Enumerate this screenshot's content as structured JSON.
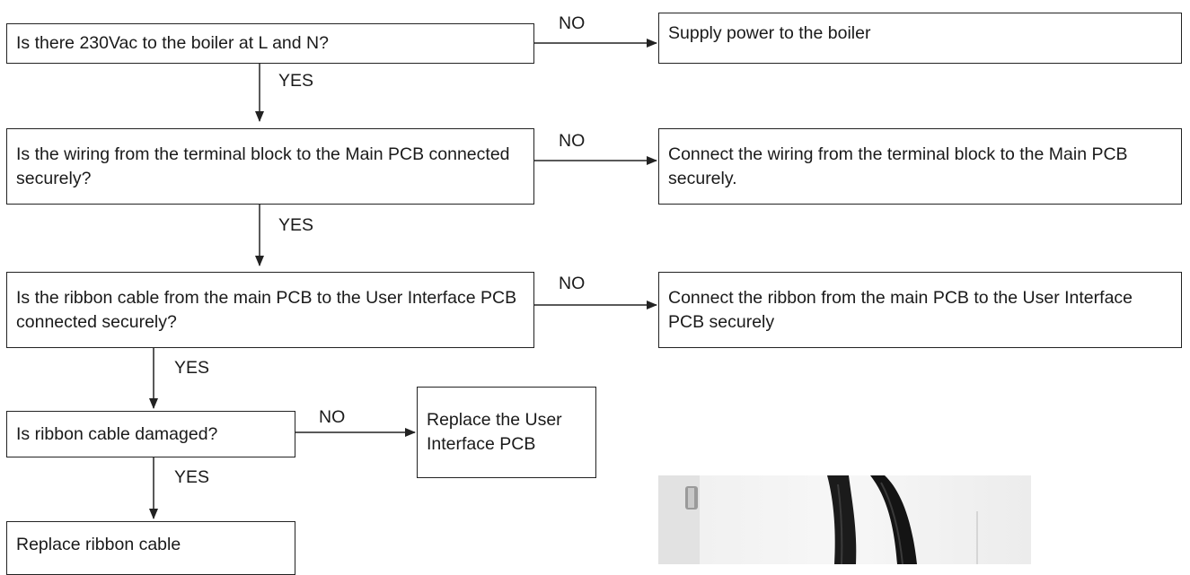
{
  "flowchart": {
    "q1": "Is there 230Vac to the boiler at L and N?",
    "a1": "Supply power to the boiler",
    "q2": "Is the wiring from the terminal block to the Main PCB connected securely?",
    "a2": "Connect the wiring from the terminal block to the Main PCB securely.",
    "q3": "Is the ribbon cable from the main PCB to the User Interface PCB connected securely?",
    "a3": "Connect the ribbon from the main PCB to the User Interface PCB securely",
    "q4": "Is ribbon cable damaged?",
    "a4": "Replace the User Interface PCB",
    "a5": "Replace ribbon cable"
  },
  "labels": {
    "no": "NO",
    "yes": "YES"
  }
}
